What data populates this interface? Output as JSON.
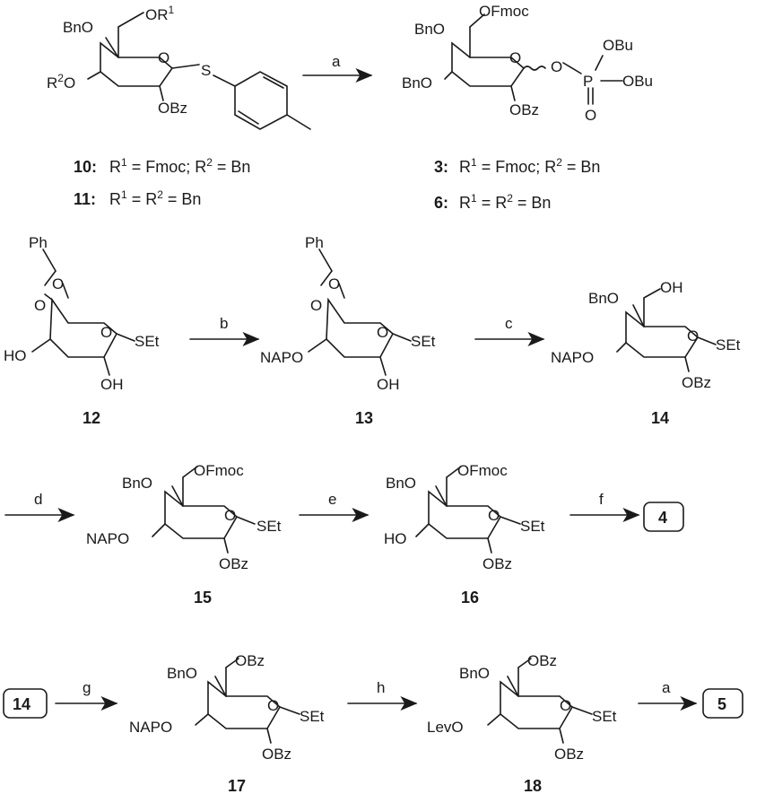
{
  "steps": {
    "a": "a",
    "b": "b",
    "c": "c",
    "d": "d",
    "e": "e",
    "f": "f",
    "g": "g",
    "h": "h",
    "a2": "a"
  },
  "compounds": {
    "c10": "10:",
    "c11": "11:",
    "c3": "3:",
    "c6": "6:",
    "c12": "12",
    "c13": "13",
    "c14": "14",
    "c15": "15",
    "c16": "16",
    "c17": "17",
    "c18": "18",
    "box4": "4",
    "box5": "5",
    "box14": "14"
  },
  "captions": {
    "cap10": "R1 = Fmoc; R2 = Bn",
    "cap11": "R1 = R2 = Bn",
    "cap3": "R1 = Fmoc; R2 = Bn",
    "cap6": "R1 = R2 = Bn"
  },
  "substituents": {
    "BnO": "BnO",
    "OBz": "OBz",
    "OFmoc": "OFmoc",
    "OBu": "OBu",
    "OBu2": "OBu",
    "P": "P",
    "O": "O",
    "S": "S",
    "SEt": "SEt",
    "NAPO": "NAPO",
    "HO": "HO",
    "OH": "OH",
    "LevO": "LevO",
    "Ph": "Ph",
    "OR1": "OR1",
    "R2O": "R2O"
  }
}
